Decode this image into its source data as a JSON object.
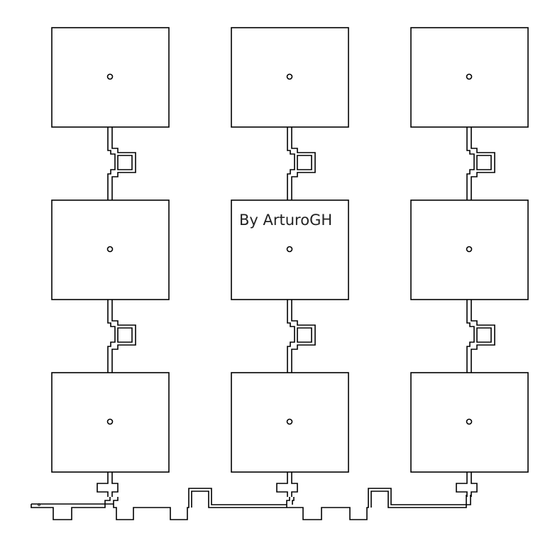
{
  "drawing": {
    "watermark": "By ArturoGH",
    "stroke_color": "#000000",
    "background_color": "#ffffff",
    "grid": {
      "columns": 3,
      "rows": 3
    },
    "features": [
      "square-panel",
      "center-hole-circle",
      "neck-connector",
      "tab-notch",
      "base-strip"
    ]
  }
}
